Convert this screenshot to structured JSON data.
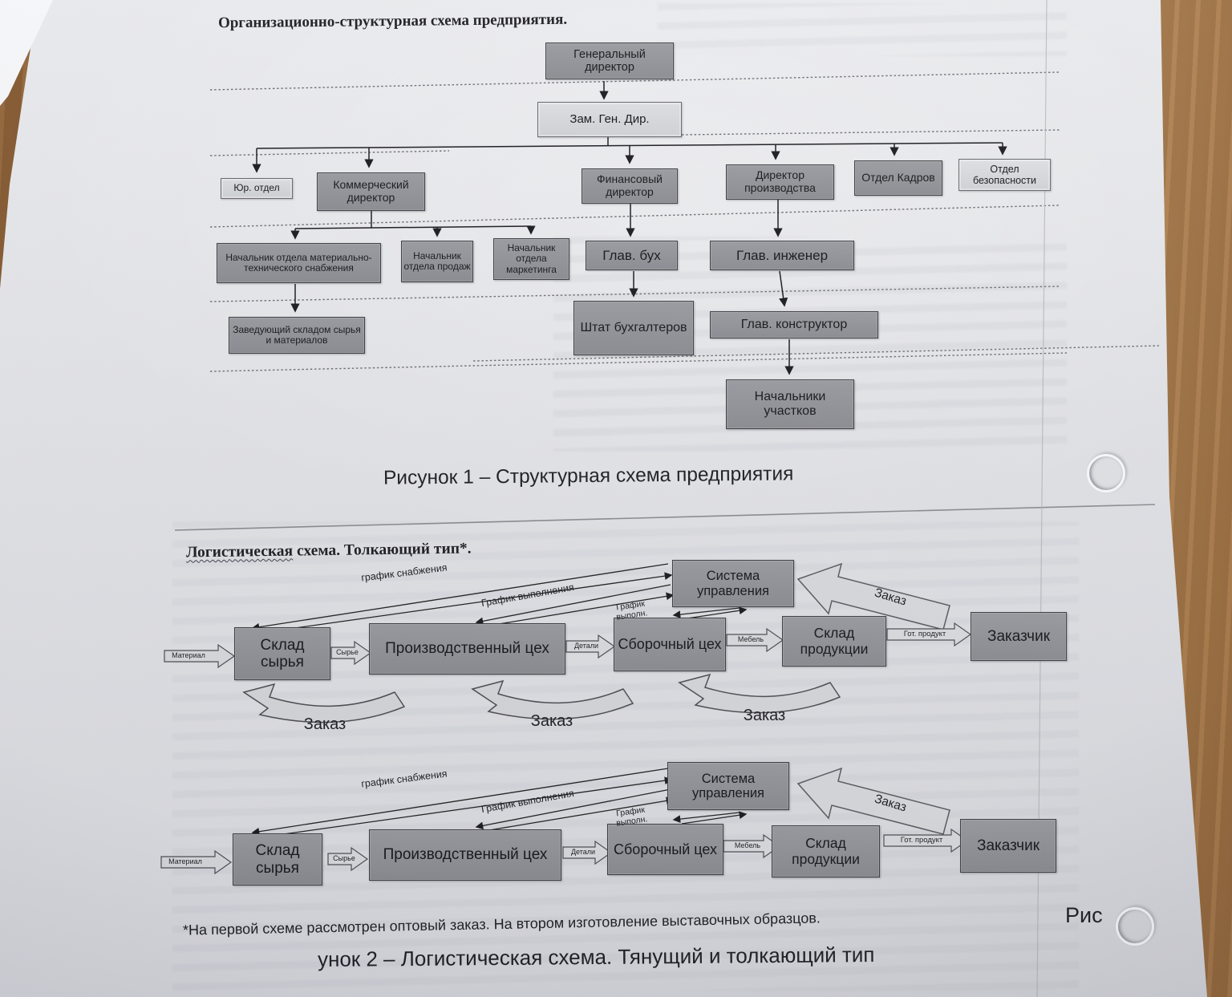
{
  "colors": {
    "paper": "#e4e5e8",
    "wood": "#a97a48",
    "box_dark": "#919297",
    "box_light": "#d8d9dc",
    "ink": "#1a1a1e"
  },
  "org": {
    "title": "Организационно-структурная схема предприятия.",
    "gen_dir": "Генеральный директор",
    "zam": "Зам. Ген. Дир.",
    "yur": "Юр. отдел",
    "kommerch": "Коммерческий директор",
    "fin": "Финансовый директор",
    "dirprod": "Директор производства",
    "kadry": "Отдел Кадров",
    "bezop": "Отдел безопасности",
    "mts": "Начальник отдела материально-технического снабжения",
    "prodazh": "Начальник отдела продаж",
    "marketing": "Начальник отдела маркетинга",
    "glavbuh": "Глав. бух",
    "glavinzh": "Глав. инженер",
    "zavsklad": "Заведующий складом сырья и материалов",
    "shtat": "Штат бухгалтеров",
    "konstruktor": "Глав. конструктор",
    "nachalniki": "Начальники участков"
  },
  "fig1": {
    "caption": "Рисунок 1 – Структурная схема предприятия"
  },
  "log": {
    "heading_w1": "Логистическая",
    "heading_rest": " схема. Толкающий тип*.",
    "sistema": "Система управления",
    "sklad_syrya": "Склад сырья",
    "proizv_ceh": "Производственный цех",
    "sborochny_ceh": "Сборочный цех",
    "sklad_prod": "Склад продукции",
    "zakazchik": "Заказчик",
    "material": "Материал",
    "syrye": "Сырье",
    "detali": "Детали",
    "mebel": "Мебель",
    "got_produkt": "Гот. продукт",
    "grafik_snab": "график снабжения",
    "grafik_vypol": "График выполнения",
    "grafik_vypoln_short": "График выполн.",
    "zakaz": "Заказ"
  },
  "fig2": {
    "footnote": "*На первой схеме рассмотрен оптовый заказ. На втором изготовление выставочных образцов.",
    "ris_fragment": "Рис",
    "caption": "унок 2 – Логистическая схема. Тянущий и толкающий тип"
  }
}
